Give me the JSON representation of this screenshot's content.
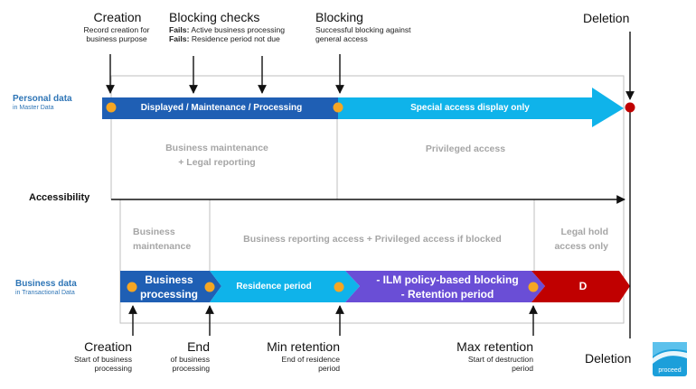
{
  "top": {
    "creation": {
      "title": "Creation",
      "desc": [
        "Record creation for",
        "business purpose"
      ]
    },
    "blocking_checks": {
      "title": "Blocking checks",
      "lines": [
        {
          "bold": "Fails:",
          "text": " Active business processing"
        },
        {
          "bold": "Fails:",
          "text": " Residence period not due"
        }
      ]
    },
    "blocking": {
      "title": "Blocking",
      "desc": [
        "Successful blocking against",
        "general access"
      ]
    },
    "deletion": {
      "title": "Deletion"
    }
  },
  "personal": {
    "label": "Personal data",
    "sublabel": "in Master Data",
    "bar1": "Displayed / Maintenance / Processing",
    "bar2": "Special access display only",
    "area1": [
      "Business maintenance",
      "+ Legal reporting"
    ],
    "area2": "Privileged access"
  },
  "accessibility": {
    "label": "Accessibility"
  },
  "business": {
    "label": "Business data",
    "sublabel": "in Transactional Data",
    "area1": [
      "Business",
      "maintenance"
    ],
    "area2": "Business reporting access + Privileged access if blocked",
    "area3": [
      "Legal hold",
      "access only"
    ],
    "seg1": [
      "Business",
      "processing"
    ],
    "seg2": "Residence period",
    "seg3": [
      "- ILM policy-based blocking",
      "- Retention period"
    ],
    "seg4": "D"
  },
  "bottom": {
    "creation": {
      "title": "Creation",
      "desc": [
        "Start of business",
        "processing"
      ]
    },
    "end": {
      "title": "End",
      "desc": [
        "of business",
        "processing"
      ]
    },
    "min_retention": {
      "title": "Min retention",
      "desc": [
        "End of residence",
        "period"
      ]
    },
    "max_retention": {
      "title": "Max retention",
      "desc": [
        "Start of destruction",
        "period"
      ]
    },
    "deletion": {
      "title": "Deletion"
    }
  },
  "logo": {
    "text": "proceed"
  },
  "colors": {
    "dark_blue": "#1f5fb4",
    "light_blue": "#0fb3ea",
    "purple": "#6a4ed6",
    "red": "#c00000",
    "orange_dot": "#f5a623",
    "gray_text": "#a6a6a6",
    "label_blue": "#2e75b6",
    "logo_blue": "#1c9fda"
  }
}
